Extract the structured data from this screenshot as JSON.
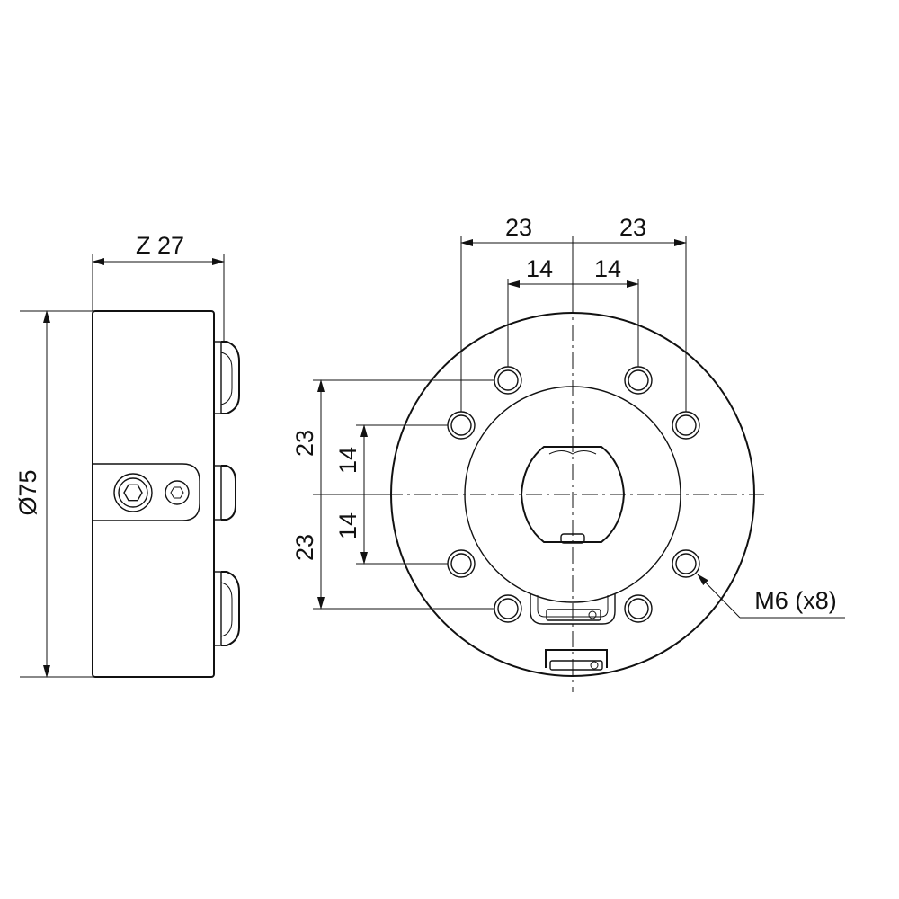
{
  "side_view": {
    "width_label": "Z 27",
    "diameter_label": "Ø75"
  },
  "front_view": {
    "top_outer_left": "23",
    "top_outer_right": "23",
    "top_inner_left": "14",
    "top_inner_right": "14",
    "left_outer_top": "23",
    "left_outer_bottom": "23",
    "left_inner_top": "14",
    "left_inner_bottom": "14",
    "thread_callout": "M6 (x8)"
  }
}
